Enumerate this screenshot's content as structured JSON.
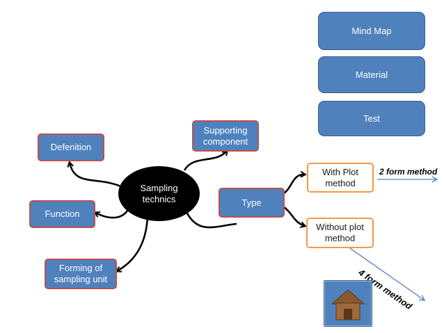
{
  "diagram": {
    "center": {
      "line1": "Sampling",
      "line2": "technics"
    },
    "nodes": {
      "defenition": "Defenition",
      "function": "Function",
      "forming_line1": "Forming of",
      "forming_line2": "sampling unit",
      "supporting_line1": "Supporting",
      "supporting_line2": "component",
      "type": "Type",
      "with_plot_line1": "With Plot",
      "with_plot_line2": "method",
      "without_plot_line1": "Without plot",
      "without_plot_line2": "method"
    },
    "annotations": {
      "two_form": "2 form method",
      "four_form": "4 form method"
    }
  },
  "nav": {
    "mind_map": "Mind Map",
    "material": "Material",
    "test": "Test",
    "home_icon": "house-icon"
  },
  "colors": {
    "box_fill": "#4f81bd",
    "box_border_red": "#c0504d",
    "box_border_orange": "#f79646",
    "arrow_blue": "#4f81bd",
    "center_fill": "#000000"
  }
}
